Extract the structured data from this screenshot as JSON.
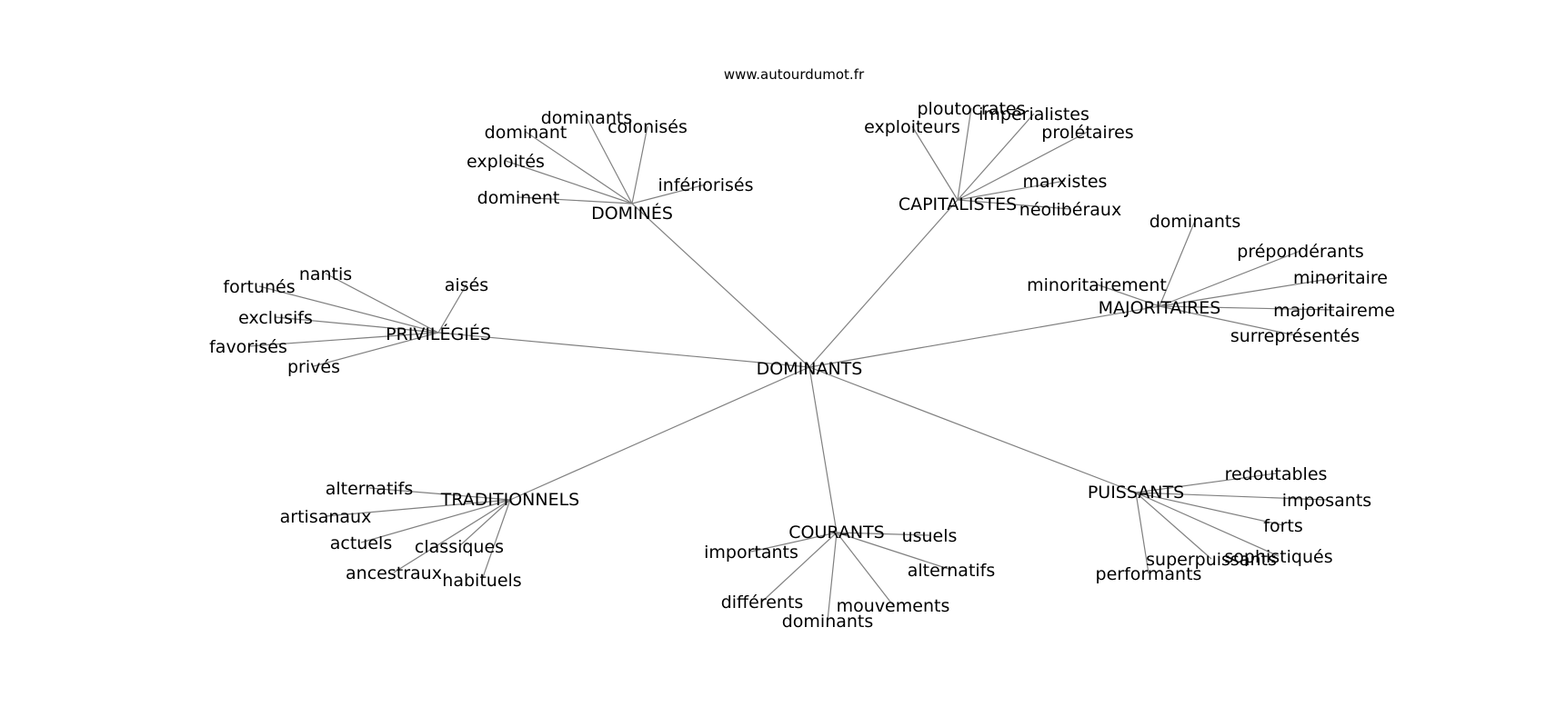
{
  "source": "www.autourdumot.fr",
  "center": "DOMINANTS",
  "clusters": [
    {
      "label": "DOMINÉS",
      "words": [
        "dominants",
        "dominant",
        "colonisés",
        "exploités",
        "infériorisés",
        "dominent"
      ]
    },
    {
      "label": "CAPITALISTES",
      "words": [
        "ploutocrates",
        "impérialistes",
        "exploiteurs",
        "prolétaires",
        "marxistes",
        "néolibéraux"
      ]
    },
    {
      "label": "PRIVILÉGIÉS",
      "words": [
        "nantis",
        "aisés",
        "fortunés",
        "exclusifs",
        "favorisés",
        "privés"
      ]
    },
    {
      "label": "MAJORITAIRES",
      "words": [
        "dominants",
        "prépondérants",
        "minoritairement",
        "minoritaire",
        "majoritaireme",
        "surreprésentés"
      ]
    },
    {
      "label": "TRADITIONNELS",
      "words": [
        "alternatifs",
        "artisanaux",
        "actuels",
        "classiques",
        "ancestraux",
        "habituels"
      ]
    },
    {
      "label": "COURANTS",
      "words": [
        "usuels",
        "importants",
        "alternatifs",
        "différents",
        "mouvements",
        "dominants"
      ]
    },
    {
      "label": "PUISSANTS",
      "words": [
        "redoutables",
        "imposants",
        "forts",
        "superpuissants",
        "sophistiqués",
        "performants"
      ]
    }
  ]
}
